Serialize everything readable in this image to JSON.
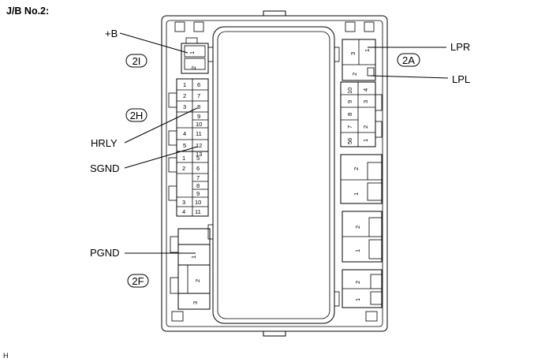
{
  "title": "J/B No.2:",
  "footer_code": "H",
  "callouts": {
    "plus_b": "+B",
    "lpr": "LPR",
    "lpl": "LPL",
    "hrly": "HRLY",
    "sgnd": "SGND",
    "pgnd": "PGND"
  },
  "connectors": {
    "c2I": "2I",
    "c2H": "2H",
    "c2A": "2A",
    "c2F": "2F"
  },
  "pins": {
    "c2I": [
      "1",
      "2"
    ],
    "c2H_top": [
      "1",
      "6",
      "2",
      "7",
      "3",
      "8",
      "9",
      "10",
      "11",
      "4",
      "12",
      "5",
      "13"
    ],
    "c2H_bottom": [
      "1",
      "5",
      "2",
      "6",
      "7",
      "8",
      "9",
      "3",
      "10",
      "4",
      "11"
    ],
    "c2A_top": [
      "3",
      "1",
      "2"
    ],
    "c2A_mid": [
      "4",
      "10",
      "3",
      "9",
      "8",
      "7",
      "2",
      "6",
      "5",
      "1"
    ],
    "right_b": [
      "2",
      "1"
    ],
    "right_c": [
      "2",
      "1"
    ],
    "right_d": [
      "2",
      "1"
    ],
    "c2F": [
      "1",
      "2",
      "3"
    ]
  }
}
